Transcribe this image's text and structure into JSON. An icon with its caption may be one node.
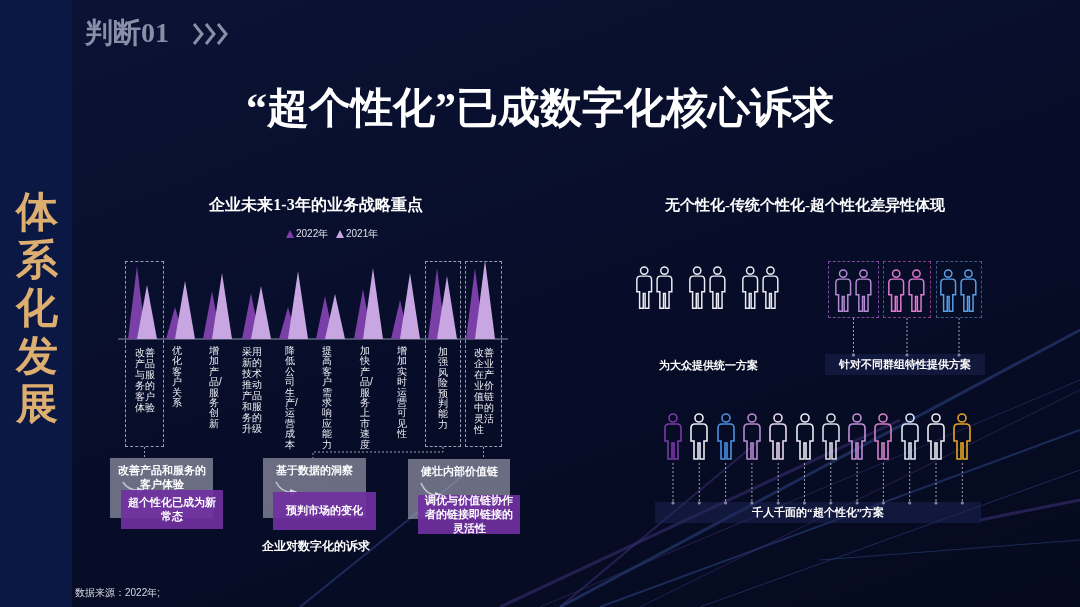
{
  "diagram": {
    "title": "“超个性化”已成数字化核心诉求",
    "nodes": [
      {
        "text": [
          "改善产品与服务的客户体验"
        ]
      },
      {
        "text": [
          "加强风险预判能力"
        ]
      },
      {
        "text": [
          "改善企业在产业价值链中的灵活性"
        ]
      },
      {
        "text": [
          "改善产品和服务的客户体验"
        ]
      },
      {
        "text": [
          "超个性化已成为新常态"
        ]
      },
      {
        "text": [
          "基于数据的洞察"
        ]
      },
      {
        "text": [
          "预判市场的变化"
        ]
      },
      {
        "text": [
          "健壮内部价值链"
        ]
      },
      {
        "text": [
          "调优与价值链协作者的链接即链接的灵活性"
        ]
      },
      {
        "text": [],
        "shape": "person"
      },
      {
        "text": [],
        "shape": "person"
      },
      {
        "text": [],
        "shape": "person"
      },
      {
        "text": [],
        "shape": "box"
      },
      {
        "text": [],
        "shape": "box"
      },
      {
        "text": [],
        "shape": "box"
      },
      {
        "text": [
          "针对不同群组特性提供方案"
        ]
      },
      {
        "text": [],
        "shape": "person"
      },
      {
        "text": [],
        "shape": "person"
      },
      {
        "text": [],
        "shape": "person"
      },
      {
        "text": [],
        "shape": "person"
      },
      {
        "text": [],
        "shape": "person"
      },
      {
        "text": [],
        "shape": "person"
      },
      {
        "text": [],
        "shape": "person"
      },
      {
        "text": [],
        "shape": "person"
      },
      {
        "text": [],
        "shape": "person"
      },
      {
        "text": [],
        "shape": "person"
      },
      {
        "text": [],
        "shape": "person"
      },
      {
        "text": [],
        "shape": "person"
      },
      {
        "text": [
          "千人千面的“超个性化”方案"
        ]
      }
    ],
    "edges": [
      {
        "from": 0,
        "to": 3,
        "arrow": "none",
        "style": "dashed"
      },
      {
        "from": 1,
        "to": 5,
        "arrow": "none",
        "style": "dashed"
      },
      {
        "from": 2,
        "to": 7,
        "arrow": "none",
        "style": "dashed"
      },
      {
        "from": 3,
        "to": 4,
        "arrow": "to"
      },
      {
        "from": 5,
        "to": 6,
        "arrow": "to"
      },
      {
        "from": 7,
        "to": 8,
        "arrow": "to"
      },
      {
        "from": 12,
        "to": 15,
        "arrow": "other",
        "style": "dashed"
      },
      {
        "from": 13,
        "to": 15,
        "arrow": "other",
        "style": "dashed"
      },
      {
        "from": 14,
        "to": 15,
        "arrow": "other",
        "style": "dashed"
      },
      {
        "from": 16,
        "to": 28,
        "arrow": "other",
        "style": "dashed"
      },
      {
        "from": 17,
        "to": 28,
        "arrow": "other",
        "style": "dashed"
      },
      {
        "from": 18,
        "to": 28,
        "arrow": "other",
        "style": "dashed"
      },
      {
        "from": 19,
        "to": 28,
        "arrow": "other",
        "style": "dashed"
      },
      {
        "from": 20,
        "to": 28,
        "arrow": "other",
        "style": "dashed"
      },
      {
        "from": 21,
        "to": 28,
        "arrow": "other",
        "style": "dashed"
      },
      {
        "from": 22,
        "to": 28,
        "arrow": "other",
        "style": "dashed"
      },
      {
        "from": 23,
        "to": 28,
        "arrow": "other",
        "style": "dashed"
      },
      {
        "from": 24,
        "to": 28,
        "arrow": "other",
        "style": "dashed"
      },
      {
        "from": 25,
        "to": 28,
        "arrow": "other",
        "style": "dashed"
      },
      {
        "from": 26,
        "to": 28,
        "arrow": "other",
        "style": "dashed"
      },
      {
        "from": 27,
        "to": 28,
        "arrow": "other",
        "style": "dashed"
      }
    ],
    "labels": [
      "判断01",
      "体系化发展",
      "企业未来1-3年的业务战略重点",
      "优化客户关系",
      "增加产品/服务创新",
      "采用新的技术推动产品和服务的升级",
      "降低公司生产/运营成本",
      "提高客户需求响应能力",
      "加快产品/服务上市速度",
      "增加实时运营可见性",
      "企业对数字化的诉求",
      "无个性化-传统个性化-超个性化差异性体现",
      "为大众提供统一方案",
      "数据来源：2022年;"
    ],
    "legend": [
      {
        "text": "2022年",
        "color": "#7b3fa8"
      },
      {
        "text": "2021年",
        "color": "#c7a6e2"
      }
    ]
  }
}
